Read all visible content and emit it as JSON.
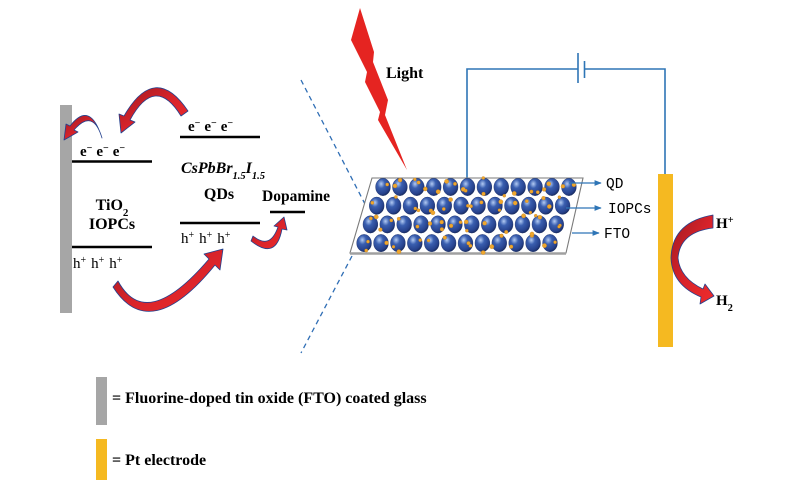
{
  "energy_diagram": {
    "electron": {
      "symbol": "e",
      "charge": "−"
    },
    "hole": {
      "symbol": "h",
      "charge": "+"
    },
    "tio2_label": {
      "formula": "TiO",
      "subscript": "2",
      "line2": "IOPCs"
    },
    "qd_label": {
      "part1": "CsPbBr",
      "sub1": "1.5",
      "part2": "I",
      "sub2": "1.5",
      "line2": "QDs"
    },
    "dopamine_label": "Dopamine"
  },
  "photoelectrode": {
    "light_label": "Light",
    "layer_labels": {
      "qd": "QD",
      "iopcs": "IOPCs",
      "fto": "FTO"
    },
    "qd_layer": {
      "rows": 4,
      "spheres_per_row": 12
    }
  },
  "counter_electrode": {
    "reactant": {
      "symbol": "H",
      "charge": "+"
    },
    "product": {
      "symbol": "H",
      "subscript": "2"
    }
  },
  "legend": [
    {
      "swatch": "fto_gray",
      "label": "= Fluorine-doped tin oxide (FTO) coated glass"
    },
    {
      "swatch": "pt_gold",
      "label": "= Pt electrode"
    }
  ],
  "colors": {
    "fto_gray": "#A6A6A6",
    "pt_gold": "#F5B921",
    "wire_blue": "#2E75B6",
    "arrow_red": "#D8232A",
    "light_red": "#E52421",
    "sphere_blue": "#3A5FB0",
    "quantum_dot_gold": "#EFA72E"
  }
}
